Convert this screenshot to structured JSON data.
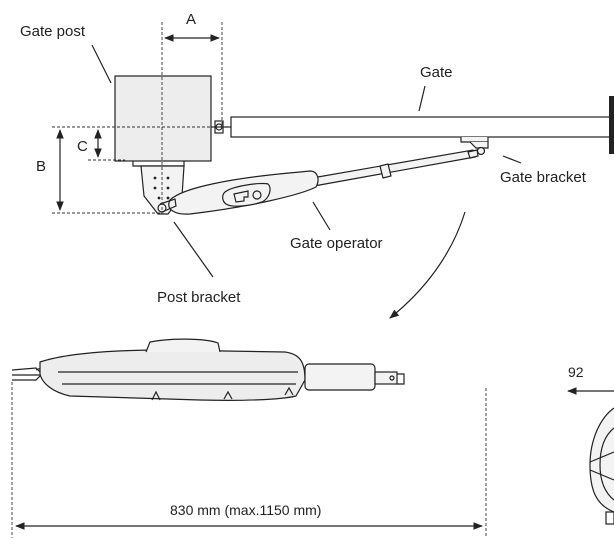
{
  "labels": {
    "gate_post": "Gate post",
    "gate": "Gate",
    "gate_bracket": "Gate bracket",
    "gate_operator": "Gate operator",
    "post_bracket": "Post bracket",
    "dim_a": "A",
    "dim_b": "B",
    "dim_c": "C",
    "length_dimension": "830 mm (max.1150 mm)",
    "side_dimension_partial": "92"
  },
  "colors": {
    "line": "#222222",
    "post_fill": "#ededed",
    "operator_fill": "#f3f3f3",
    "background": "#ffffff"
  },
  "icons": {
    "swing_arrow": "curved-arrow",
    "dimension_arrow": "double-headed-arrow"
  }
}
